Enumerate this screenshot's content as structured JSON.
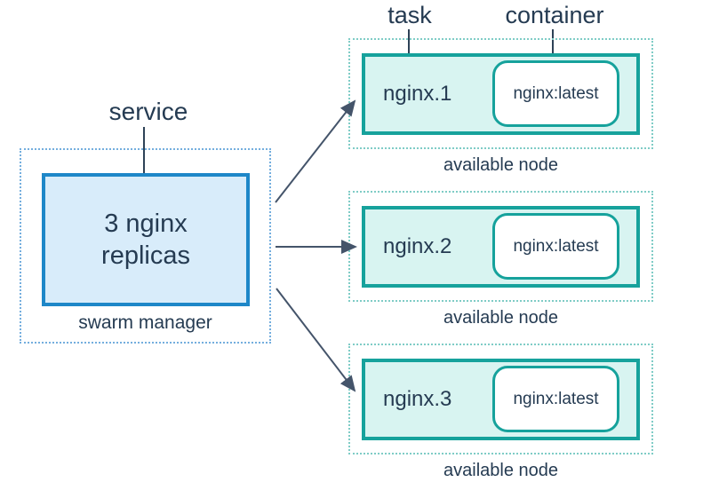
{
  "annotations": {
    "service": "service",
    "task": "task",
    "container": "container"
  },
  "manager": {
    "box_text": "3 nginx replicas",
    "caption": "swarm manager"
  },
  "nodes": [
    {
      "task": "nginx.1",
      "container": "nginx:latest",
      "caption": "available node"
    },
    {
      "task": "nginx.2",
      "container": "nginx:latest",
      "caption": "available node"
    },
    {
      "task": "nginx.3",
      "container": "nginx:latest",
      "caption": "available node"
    }
  ],
  "colors": {
    "text": "#253b52",
    "manager_border": "#1e87c8",
    "manager_fill": "#d8ecfa",
    "manager_dotted": "#74aede",
    "node_border": "#16a29c",
    "node_fill": "#d8f4f1",
    "node_dotted": "#7fccc6",
    "container_fill": "#ffffff",
    "arrow": "#44546a",
    "leader_line": "#2e4257"
  }
}
